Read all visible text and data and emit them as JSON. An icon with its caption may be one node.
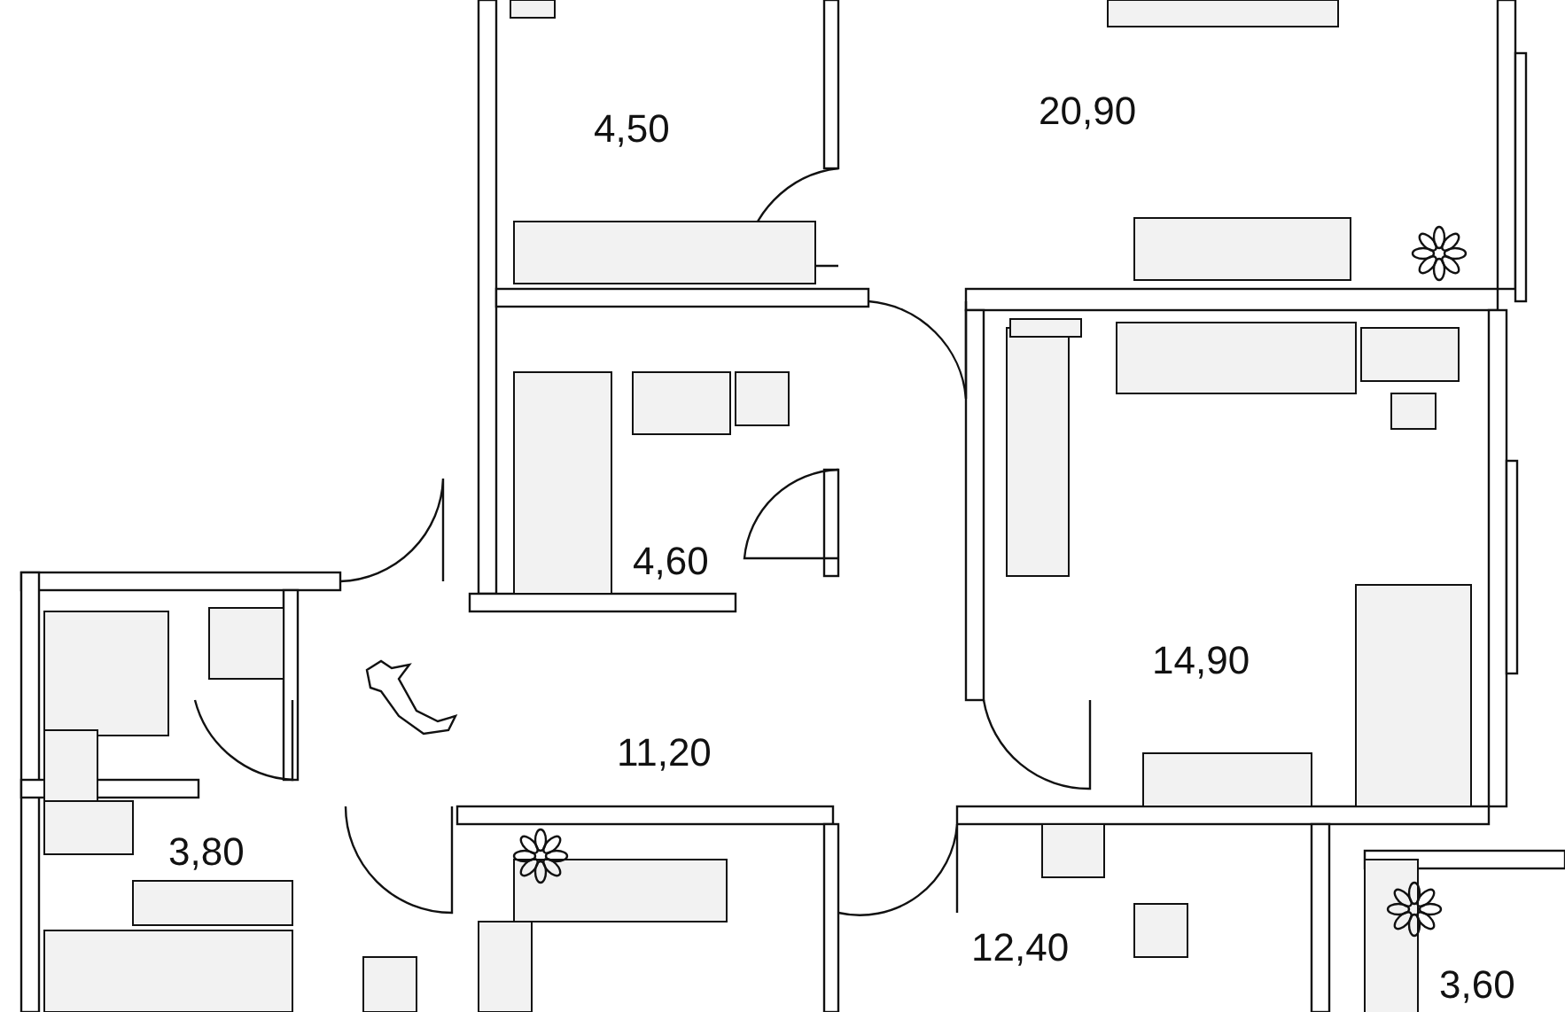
{
  "diagram": {
    "labels": [
      "4,50",
      "20,90",
      "4,60",
      "14,90",
      "11,20",
      "3,80",
      "12,40",
      "3,60"
    ]
  }
}
